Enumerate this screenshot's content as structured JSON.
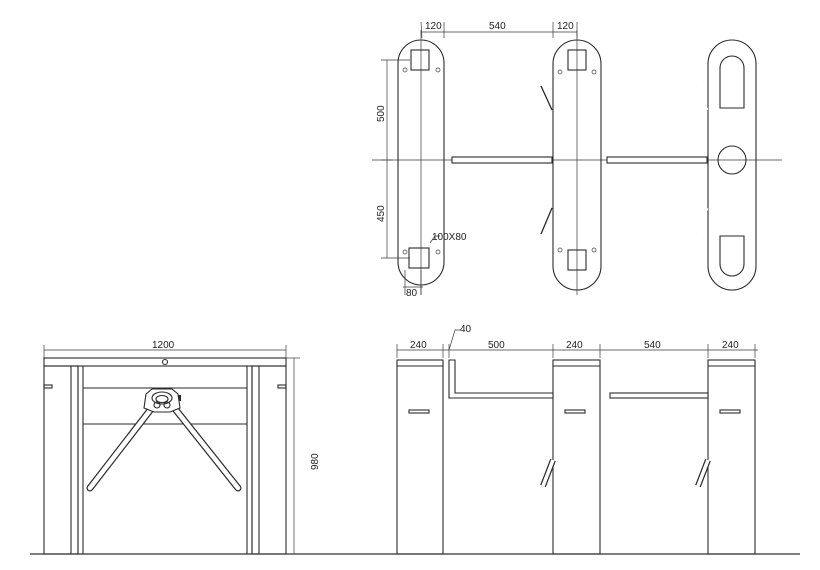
{
  "diagram": {
    "plan_view": {
      "dims_top": [
        "120",
        "540",
        "120"
      ],
      "dims_left": [
        "500",
        "450"
      ],
      "dim_bottom": "80",
      "hole_label": "100X80"
    },
    "front_view": {
      "width_label": "1200",
      "height_label": "980"
    },
    "side_view": {
      "dims_top": [
        "240",
        "500",
        "240",
        "540",
        "240"
      ],
      "gap_label": "40"
    }
  }
}
